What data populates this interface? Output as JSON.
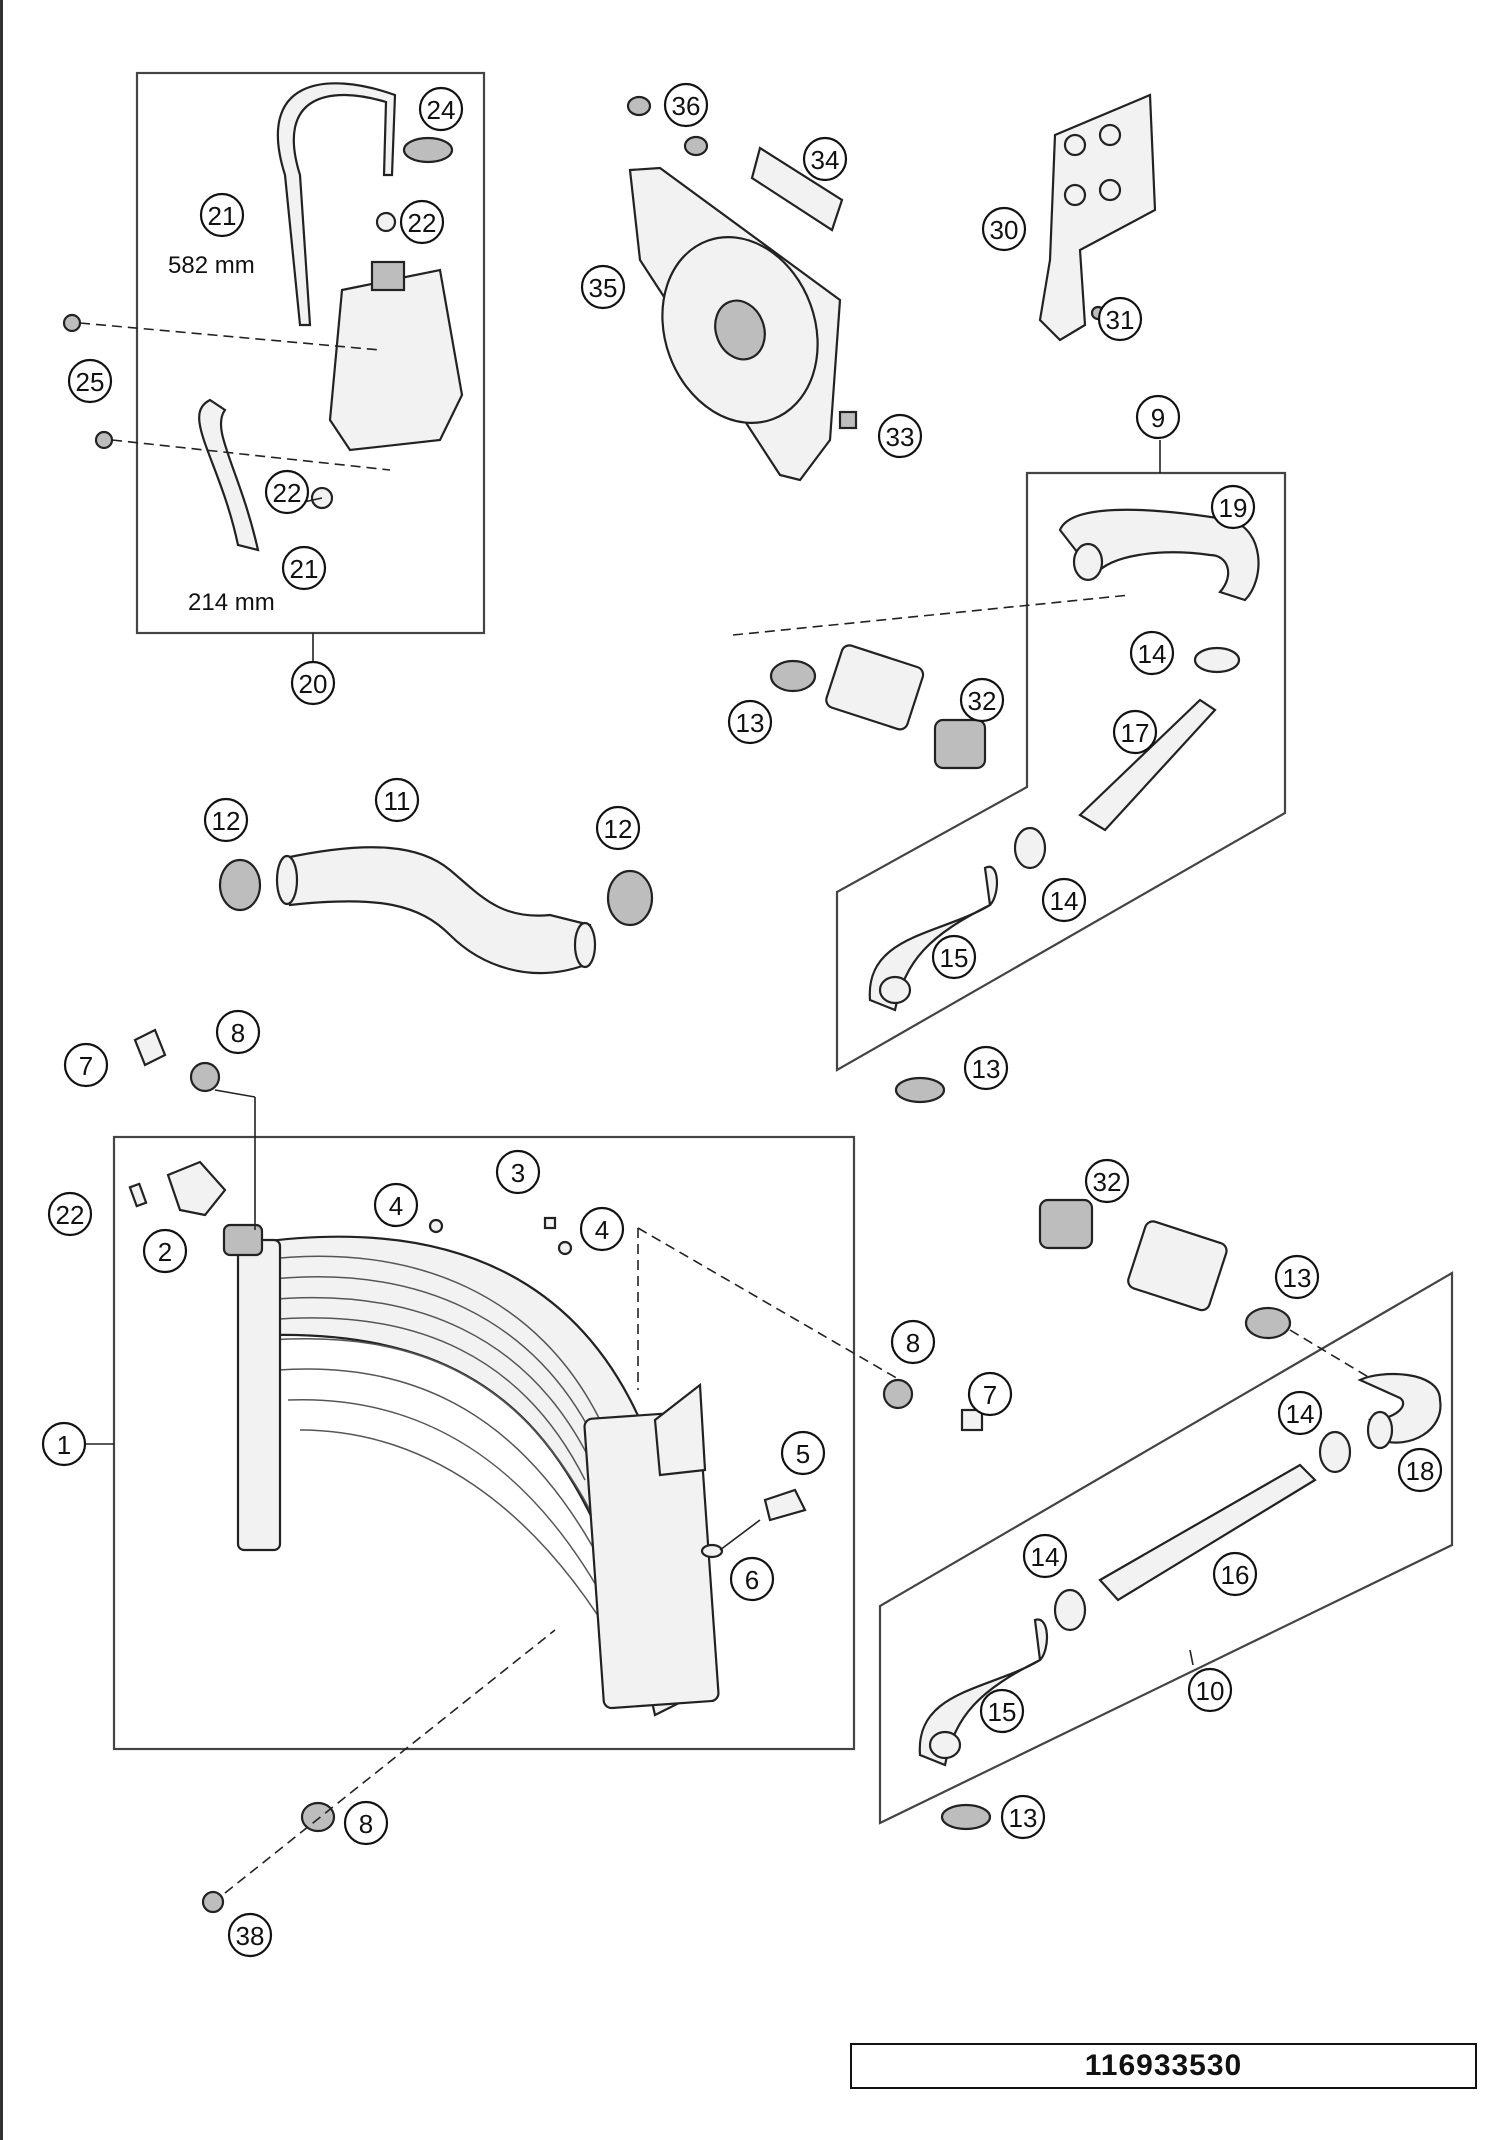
{
  "diagram": {
    "document_number": "116933530",
    "dimensions": {
      "hose_long": "582 mm",
      "hose_short": "214 mm"
    },
    "callouts": [
      {
        "id": "c1",
        "label": "1"
      },
      {
        "id": "c2",
        "label": "2"
      },
      {
        "id": "c3",
        "label": "3"
      },
      {
        "id": "c4a",
        "label": "4"
      },
      {
        "id": "c4b",
        "label": "4"
      },
      {
        "id": "c5",
        "label": "5"
      },
      {
        "id": "c6",
        "label": "6"
      },
      {
        "id": "c7a",
        "label": "7"
      },
      {
        "id": "c7b",
        "label": "7"
      },
      {
        "id": "c8a",
        "label": "8"
      },
      {
        "id": "c8b",
        "label": "8"
      },
      {
        "id": "c8c",
        "label": "8"
      },
      {
        "id": "c9",
        "label": "9"
      },
      {
        "id": "c10",
        "label": "10"
      },
      {
        "id": "c11",
        "label": "11"
      },
      {
        "id": "c12a",
        "label": "12"
      },
      {
        "id": "c12b",
        "label": "12"
      },
      {
        "id": "c13a",
        "label": "13"
      },
      {
        "id": "c13b",
        "label": "13"
      },
      {
        "id": "c13c",
        "label": "13"
      },
      {
        "id": "c13d",
        "label": "13"
      },
      {
        "id": "c14a",
        "label": "14"
      },
      {
        "id": "c14b",
        "label": "14"
      },
      {
        "id": "c14c",
        "label": "14"
      },
      {
        "id": "c14d",
        "label": "14"
      },
      {
        "id": "c15a",
        "label": "15"
      },
      {
        "id": "c15b",
        "label": "15"
      },
      {
        "id": "c16",
        "label": "16"
      },
      {
        "id": "c17",
        "label": "17"
      },
      {
        "id": "c18",
        "label": "18"
      },
      {
        "id": "c19",
        "label": "19"
      },
      {
        "id": "c20",
        "label": "20"
      },
      {
        "id": "c21a",
        "label": "21"
      },
      {
        "id": "c21b",
        "label": "21"
      },
      {
        "id": "c22a",
        "label": "22"
      },
      {
        "id": "c22b",
        "label": "22"
      },
      {
        "id": "c22c",
        "label": "22"
      },
      {
        "id": "c24",
        "label": "24"
      },
      {
        "id": "c25",
        "label": "25"
      },
      {
        "id": "c30",
        "label": "30"
      },
      {
        "id": "c31",
        "label": "31"
      },
      {
        "id": "c32a",
        "label": "32"
      },
      {
        "id": "c32b",
        "label": "32"
      },
      {
        "id": "c33",
        "label": "33"
      },
      {
        "id": "c34",
        "label": "34"
      },
      {
        "id": "c35",
        "label": "35"
      },
      {
        "id": "c36",
        "label": "36"
      },
      {
        "id": "c38",
        "label": "38"
      }
    ]
  }
}
